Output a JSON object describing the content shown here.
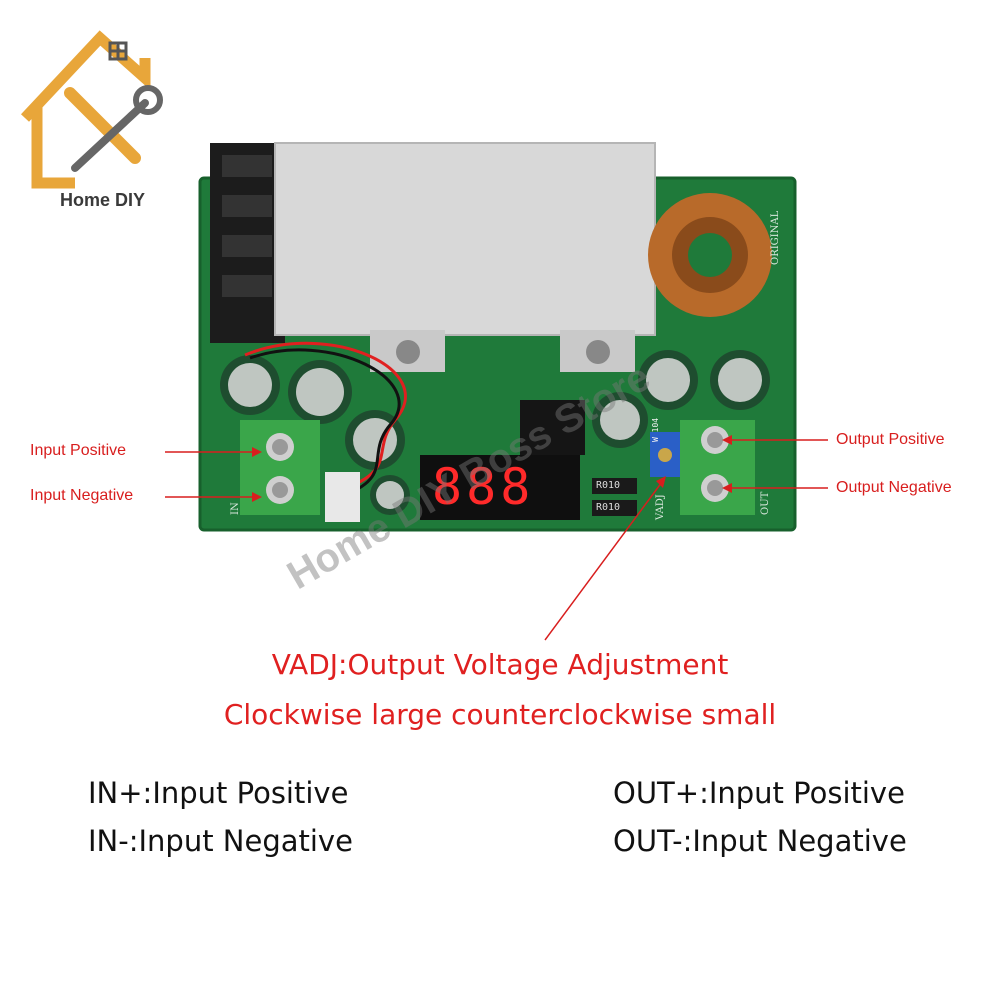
{
  "logo": {
    "text": "Home DIY",
    "icon": "house-wrench-screwdriver-icon",
    "color": "#e8a63a"
  },
  "watermark": "Home DIY Boss Store",
  "board": {
    "color": "#1f7a3a",
    "display_digits": "888",
    "resistor_top": "R010",
    "resistor_bottom": "R010",
    "potentiometer": "W 104",
    "silk_original": "ORIGINAL",
    "silk_vadj": "VADJ",
    "silk_in": "IN",
    "silk_out": "OUT"
  },
  "labels": {
    "input_positive": "Input Positive",
    "input_negative": "Input Negative",
    "output_positive": "Output Positive",
    "output_negative": "Output Negative"
  },
  "vadj": {
    "line1": "VADJ:Output Voltage Adjustment",
    "line2": "Clockwise large counterclockwise small"
  },
  "legend": {
    "in_plus": "IN+:Input Positive",
    "in_minus": "IN-:Input Negative",
    "out_plus": "OUT+:Input Positive",
    "out_minus": "OUT-:Input Negative"
  },
  "colors": {
    "annotation": "#d81e1e",
    "title": "#e02020"
  }
}
